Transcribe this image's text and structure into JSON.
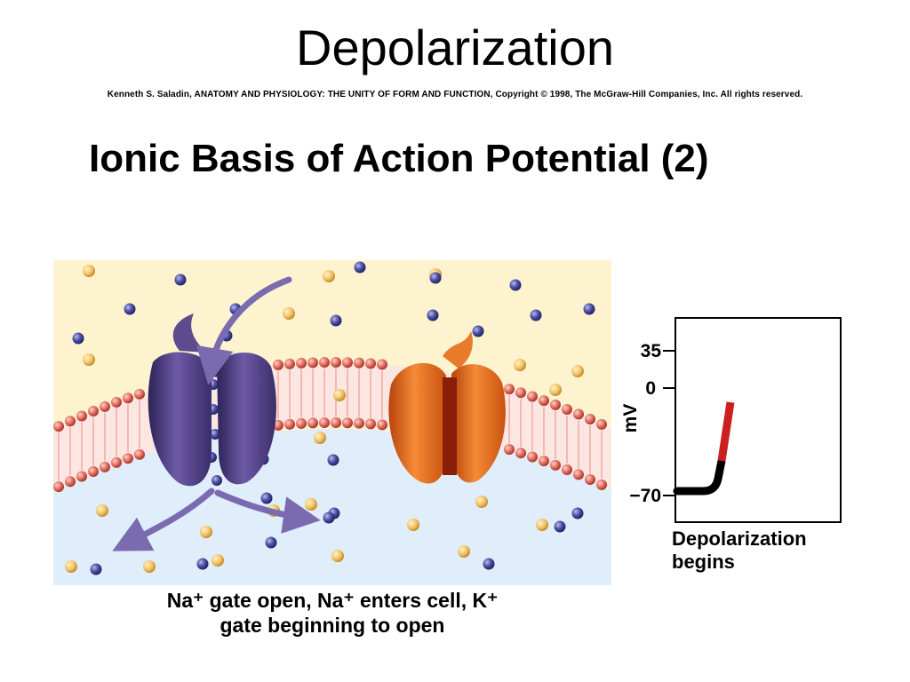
{
  "slide": {
    "title": "Depolarization",
    "credit": "Kenneth S. Saladin, ANATOMY AND PHYSIOLOGY: THE UNITY OF FORM AND FUNCTION, Copyright © 1998, The McGraw-Hill Companies, Inc.  All rights reserved."
  },
  "figure": {
    "title": "Ionic Basis of Action Potential (2)",
    "caption_line1": "Na⁺ gate open, Na⁺ enters cell, K⁺",
    "caption_line2": "gate beginning to open",
    "colors": {
      "extracellular": "#fdf3cf",
      "intracellular": "#dfeefa",
      "phospholipid_head": "#e06a5c",
      "na_channel": "#5e4a8e",
      "k_channel": "#e36a1a",
      "na_ion": "#f2c46a",
      "k_ion": "#4b4ea8"
    },
    "icons": [
      "na-channel-icon",
      "k-channel-icon",
      "ion-flow-arrow-icon"
    ]
  },
  "graph": {
    "ylabel": "mV",
    "ticks": [
      "35",
      "0",
      "−70"
    ],
    "caption_line1": "Depolarization",
    "caption_line2": "begins",
    "colors": {
      "resting": "#000000",
      "rising": "#cc1f1f"
    }
  }
}
